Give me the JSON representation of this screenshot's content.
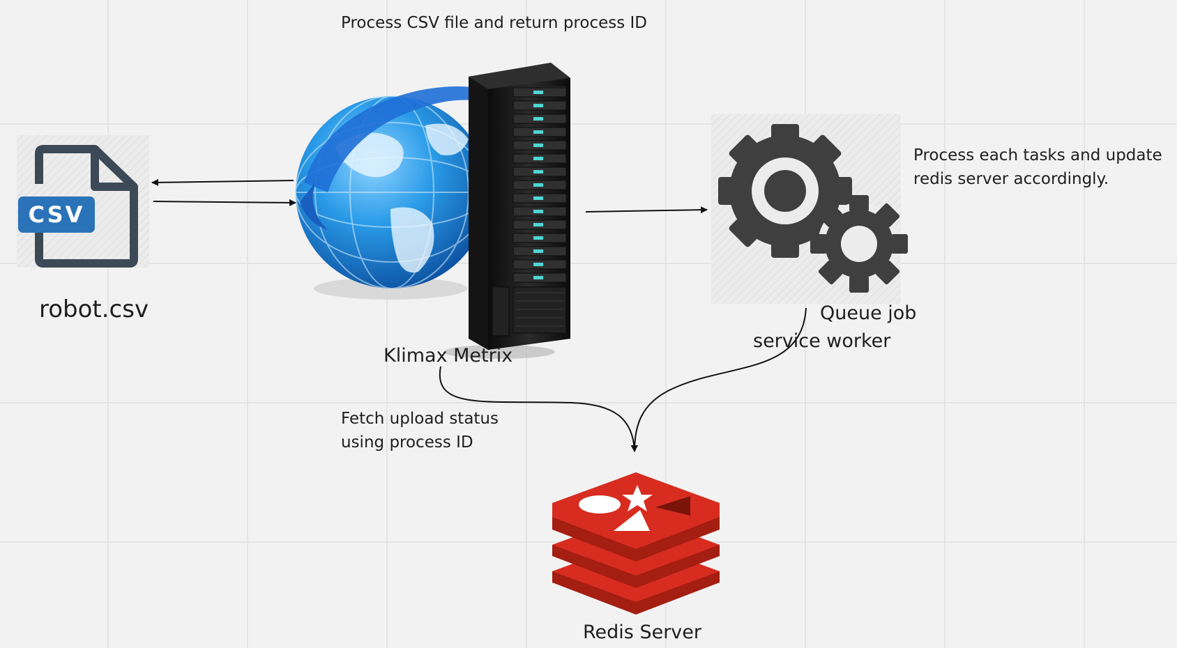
{
  "labels": {
    "top_note": "Process CSV file and return process ID",
    "file_name": "robot.csv",
    "csv_badge": "CSV",
    "server_name": "Klimax Metrix",
    "worker_line1": "Queue job",
    "worker_line2": "service worker",
    "worker_note_line1": "Process each tasks and update",
    "worker_note_line2": "redis server accordingly.",
    "fetch_note_line1": "Fetch upload status",
    "fetch_note_line2": "using process ID",
    "redis_name": "Redis Server"
  },
  "icons": {
    "file": "csv-file-icon",
    "globe": "globe-icon",
    "server": "server-rack-icon",
    "worker": "gears-icon",
    "redis": "redis-logo-icon"
  },
  "colors": {
    "background": "#f2f2f2",
    "grid": "#e2e2e2",
    "csv_blue": "#2a73b8",
    "file_outline": "#3c4a57",
    "globe_blue": "#2a9be8",
    "server_dark": "#1c1c1c",
    "server_led": "#4fd6d6",
    "gear": "#3f3f3f",
    "redis_red": "#d82c20",
    "redis_dark": "#a41e11",
    "text": "#1e1e1e",
    "arrow": "#111111"
  }
}
